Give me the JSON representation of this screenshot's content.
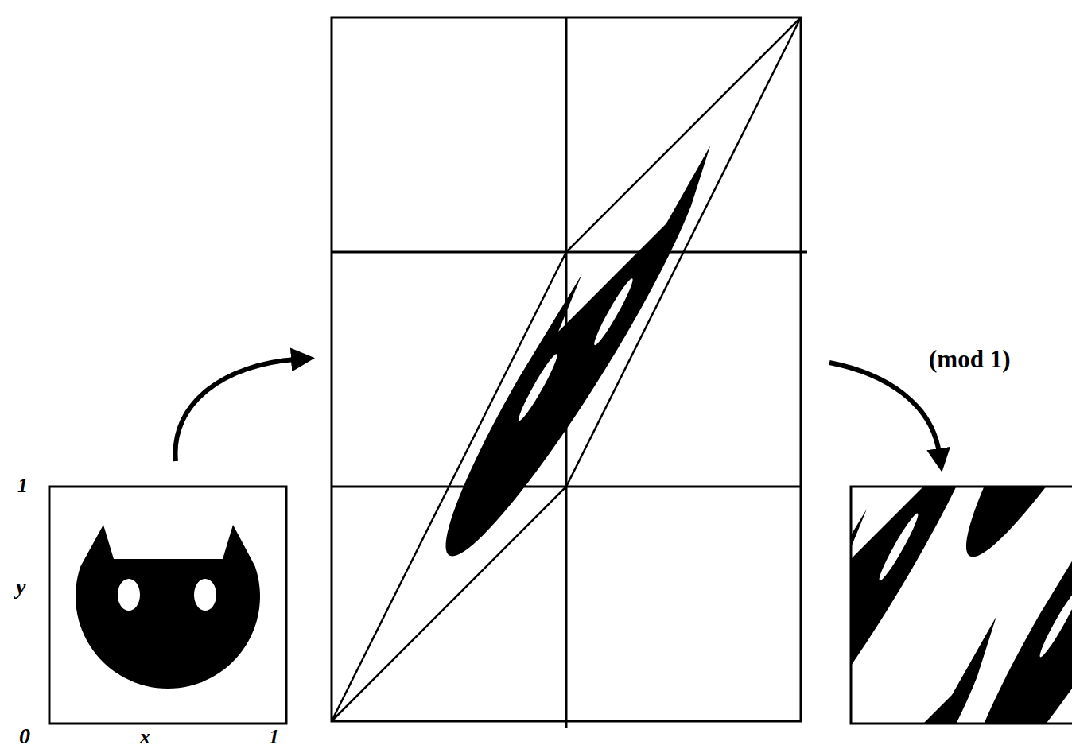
{
  "diagram": {
    "labels": [
      "1",
      "y",
      "0",
      "x",
      "1",
      "(mod 1)"
    ]
  }
}
